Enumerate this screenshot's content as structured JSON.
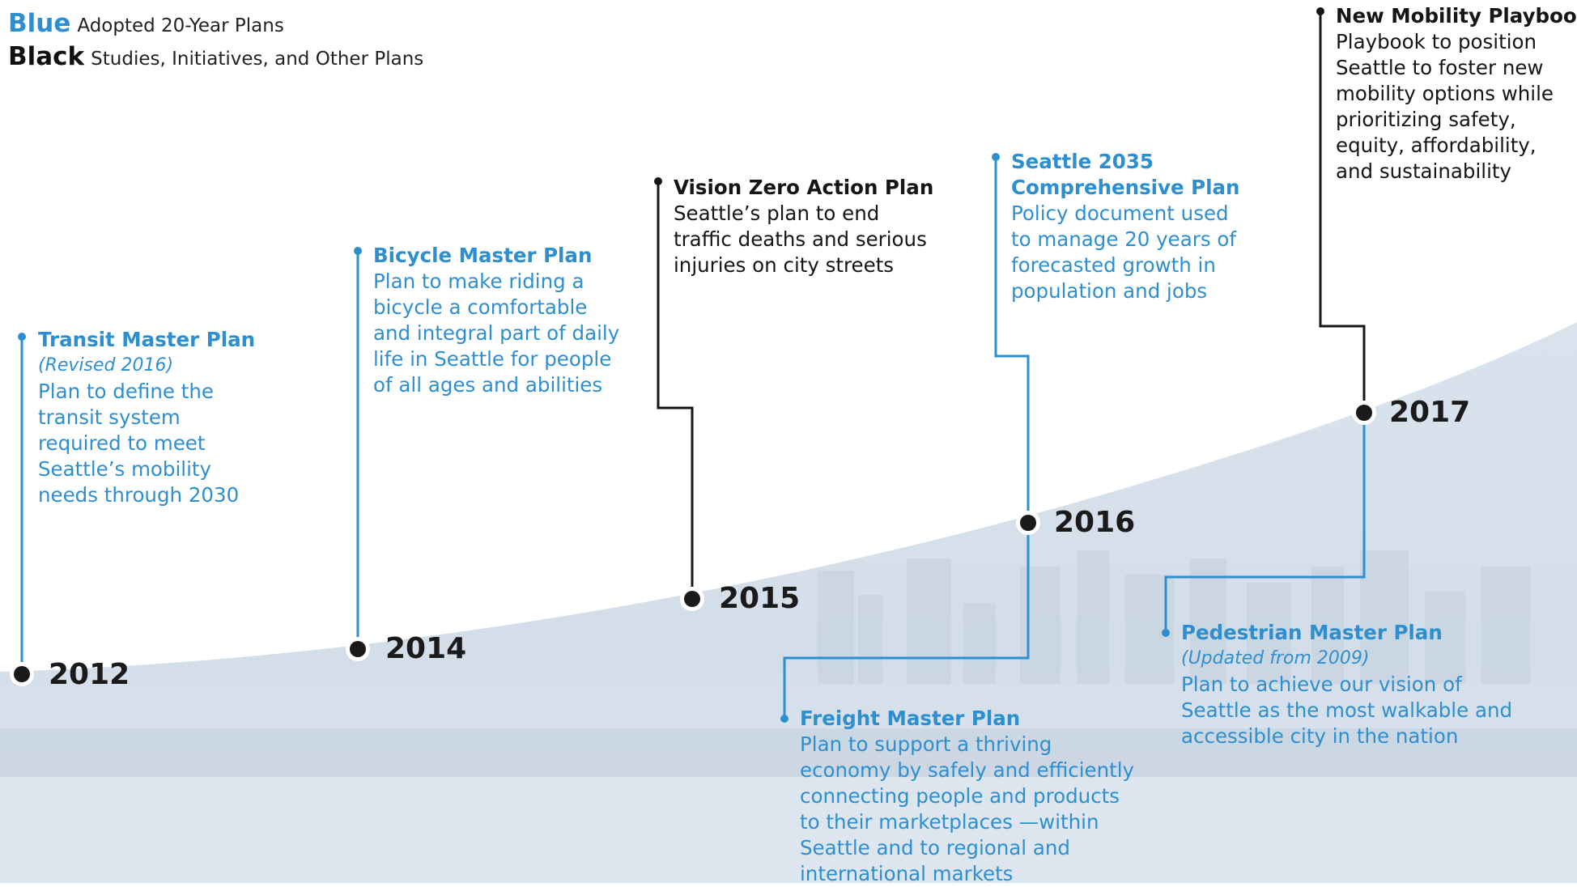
{
  "legend": {
    "blue_key": "Blue",
    "blue_desc": "Adopted 20-Year Plans",
    "black_key": "Black",
    "black_desc": "Studies, Initiatives, and Other Plans"
  },
  "colors": {
    "blue": "#2d8fcf",
    "black": "#151515",
    "sky": "#dbe5ef"
  },
  "years": {
    "y2012": "2012",
    "y2014": "2014",
    "y2015": "2015",
    "y2016": "2016",
    "y2017": "2017"
  },
  "plans": {
    "transit": {
      "title": "Transit Master Plan",
      "note": "(Revised 2016)",
      "desc": "Plan to define the\ntransit system\nrequired to meet\nSeattle’s mobility\nneeds through 2030"
    },
    "bicycle": {
      "title": "Bicycle Master Plan",
      "desc": "Plan to make riding a\nbicycle a comfortable\nand integral part of daily\nlife in Seattle for people\nof all ages and abilities"
    },
    "vision_zero": {
      "title": "Vision Zero Action Plan",
      "desc": "Seattle’s plan to end\ntraffic deaths and serious\ninjuries on city streets"
    },
    "freight": {
      "title": "Freight Master Plan",
      "desc": "Plan to support a thriving\neconomy by safely and efficiently\nconnecting people and products\nto their marketplaces —within\nSeattle and to regional and\ninternational markets"
    },
    "comprehensive": {
      "title_line1": "Seattle 2035",
      "title_line2": "Comprehensive Plan",
      "desc": "Policy document used\nto manage 20 years of\nforecasted growth in\npopulation and jobs"
    },
    "pedestrian": {
      "title": "Pedestrian Master Plan",
      "note": "(Updated from 2009)",
      "desc": "Plan to achieve our vision of\nSeattle as the most walkable and\naccessible city in the nation"
    },
    "new_mobility": {
      "title": "New Mobility Playbook",
      "desc": "Playbook to position\nSeattle to foster new\nmobility options while\nprioritizing safety,\nequity, affordability,\nand sustainability"
    }
  }
}
